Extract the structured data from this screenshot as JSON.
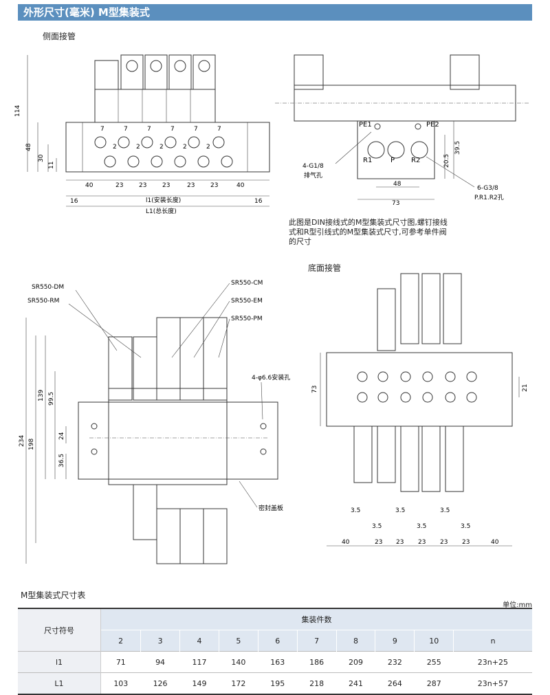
{
  "header": {
    "title": "外形尺寸(毫米)  M型集装式"
  },
  "sections": {
    "side": "侧面接管",
    "bottom": "底面接管"
  },
  "side_view": {
    "dims": {
      "h114": "114",
      "h48": "48",
      "h30": "30",
      "h11": "11",
      "s40a": "40",
      "s23a": "23",
      "s23b": "23",
      "s23c": "23",
      "s23d": "23",
      "s23e": "23",
      "s40b": "40",
      "s16a": "16",
      "s16b": "16",
      "l1": "l1(安装长度)",
      "L1": "L1(总长度)",
      "top7": [
        "7",
        "7",
        "7",
        "7",
        "7",
        "7"
      ],
      "top2": [
        "2",
        "2",
        "2",
        "2",
        "2"
      ]
    }
  },
  "end_view": {
    "PE1": "PE1",
    "PE2": "PE2",
    "R1": "R1",
    "P": "P",
    "R2": "R2",
    "g18": "4-G1/8",
    "exhaust": "排气孔",
    "d395": "39.5",
    "d205": "20.5",
    "d48": "48",
    "d73": "73",
    "g38": "6-G3/8",
    "ports": "P.R1.R2孔"
  },
  "note": "此图是DIN接线式的M型集装式尺寸图,螺钉接线式和R型引线式的M型集装式尺寸,可参考单件阀的尺寸",
  "top_view": {
    "sr550dm": "SR550-DM",
    "sr550rm": "SR550-RM",
    "sr550cm": "SR550-CM",
    "sr550em": "SR550-EM",
    "sr550pm": "SR550-PM",
    "hole": "4-φ6.6安装孔",
    "seal": "密封盖板",
    "d234": "234",
    "d198": "198",
    "d139": "139",
    "d995": "99.5",
    "d24": "24",
    "d365": "36.5"
  },
  "bottom_view": {
    "d73": "73",
    "d21": "21",
    "d35": [
      "3.5",
      "3.5",
      "3.5",
      "3.5",
      "3.5",
      "3.5"
    ],
    "bottom": [
      "40",
      "23",
      "23",
      "23",
      "23",
      "23",
      "40"
    ]
  },
  "table": {
    "title": "M型集装式尺寸表",
    "unit": "单位:mm",
    "symbol_header": "尺寸符号",
    "group_header": "集装件数",
    "counts": [
      "2",
      "3",
      "4",
      "5",
      "6",
      "7",
      "8",
      "9",
      "10",
      "n"
    ],
    "rows": [
      {
        "symbol": "l1",
        "values": [
          "71",
          "94",
          "117",
          "140",
          "163",
          "186",
          "209",
          "232",
          "255",
          "23n+25"
        ]
      },
      {
        "symbol": "L1",
        "values": [
          "103",
          "126",
          "149",
          "172",
          "195",
          "218",
          "241",
          "264",
          "287",
          "23n+57"
        ]
      }
    ]
  }
}
